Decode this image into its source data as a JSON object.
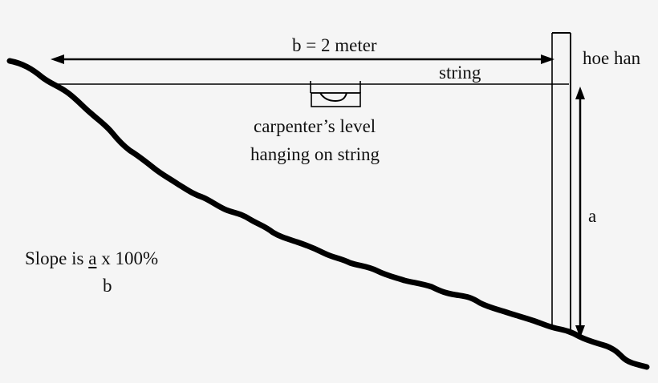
{
  "diagram": {
    "background": "#f5f5f5",
    "stroke_color": "#000000",
    "labels": {
      "b_measure": "b = 2 meter",
      "string": "string",
      "hoe_handle": "hoe han",
      "level_line1": "carpenter’s level",
      "level_line2": "hanging on string",
      "a_measure": "a"
    },
    "formula": {
      "prefix": "Slope is ",
      "numerator": "a",
      "suffix": " x 100%",
      "denominator": "b"
    },
    "elements": [
      "ground-slope-line",
      "horizontal-b-arrow",
      "string-line",
      "carpenters-level",
      "hoe-handle-pole",
      "vertical-a-arrow"
    ]
  }
}
